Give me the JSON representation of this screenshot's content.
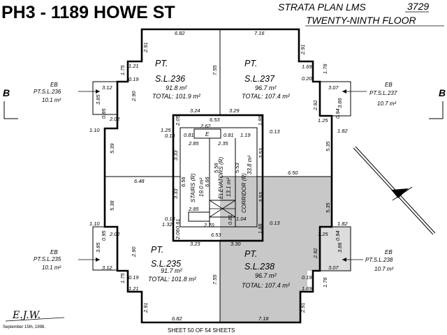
{
  "header": {
    "title": "PH3 - 1189 HOWE ST",
    "plan_prefix": "STRATA PLAN LMS",
    "plan_number": "3729",
    "floor": "TWENTY-NINTH FLOOR"
  },
  "section_marks": {
    "left": "B",
    "right": "B"
  },
  "lots": {
    "sl236": {
      "pt": "PT.",
      "name": "S.L.236",
      "area": "91.8 m²",
      "total": "TOTAL: 101.9 m²"
    },
    "sl237": {
      "pt": "PT.",
      "name": "S.L.237",
      "area": "96.7 m²",
      "total": "TOTAL: 107.4 m²"
    },
    "sl235": {
      "pt": "PT.",
      "name": "S.L.235",
      "area": "91.7 m²",
      "total": "TOTAL: 101.8 m²"
    },
    "sl238": {
      "pt": "PT.",
      "name": "S.L.238",
      "area": "96.7 m²",
      "total": "TOTAL: 107.4 m²"
    }
  },
  "balconies": {
    "tl": {
      "code": "EB",
      "ref": "PT.S.L.236",
      "area": "10.1 m²"
    },
    "tr": {
      "code": "EB",
      "ref": "PT.S.L.237",
      "area": "10.7 m²"
    },
    "bl": {
      "code": "EB",
      "ref": "PT.S.L.235",
      "area": "10.1 m²"
    },
    "br": {
      "code": "EB",
      "ref": "PT.S.L.238",
      "area": "10.7 m²"
    }
  },
  "core": {
    "e_label": "E",
    "stairs": "STAIRS (R)",
    "stairs_area": "19.0 m²",
    "elevators": "ELEVATORS (R)",
    "elevators_area": "13.1 m²",
    "corridor": "CORRIDOR (R)",
    "corridor_area": "33.8 m²"
  },
  "dimensions": {
    "d682_top": "6.82",
    "d718_top": "7.16",
    "d291_tl": "2.91",
    "d175_tl": "1.75",
    "d121_tl": "1.21",
    "d019_tl": "0.19",
    "d312_tl": "3.12",
    "d385_tl": "3.85",
    "d290_tl": "2.90",
    "d095_tl": "0.95",
    "d202_tl": "2.02",
    "d110_tl": "1.10",
    "d755_t": "7.55",
    "d291_tr": "2.91",
    "d169_tr": "1.69",
    "d176_tr": "1.76",
    "d020_tr": "0.20",
    "d307_tr": "3.07",
    "d292_tr": "2.92",
    "d386_tr": "3.86",
    "d094_tr": "0.94",
    "d125_tr": "1.25",
    "d182_tr": "1.82",
    "d324": "3.24",
    "d329": "3.29",
    "d653_top": "6.53",
    "d262": "2.62",
    "d205_t": "2.05",
    "d125_c": "1.25",
    "d014_t": "0.14",
    "d081_l": "0.81",
    "d081_r": "0.81",
    "d119": "1.19",
    "d186_t": "1.86",
    "d013_t": "0.13",
    "d285_t": "2.85",
    "d235": "2.35",
    "d333_t": "3.33",
    "d553": "5.53",
    "d539": "5.39",
    "d535_t": "5.35",
    "d656": "6.56",
    "d666": "6.66",
    "d556": "5.56",
    "d648": "6.48",
    "d650": "6.50",
    "d333_b": "3.33",
    "d353": "3.53",
    "d538": "5.38",
    "d535_b": "5.35",
    "d285_b": "2.85",
    "d014_b": "0.14",
    "d132": "1.32",
    "d061": "0.61",
    "d270": "2.70",
    "d081_b": "0.81",
    "d104": "1.04",
    "d186_b": "1.86",
    "d013_b": "0.13",
    "d206_b": "2.06",
    "d653_bot": "6.53",
    "d323": "3.23",
    "d330": "3.30",
    "d110_bl": "1.10",
    "d095_bl": "0.95",
    "d202_bl": "2.02",
    "d385_bl": "3.85",
    "d290_bl": "2.90",
    "d312_bl": "3.12",
    "d175_bl": "1.75",
    "d019_bl": "0.19",
    "d121_bl": "1.21",
    "d291_bl": "2.91",
    "d682_bot": "6.82",
    "d755_b": "7.55",
    "d718_bot": "7.18",
    "d182_br": "1.82",
    "d125_br": "1.25",
    "d094_br": "0.94",
    "d292_br": "2.92",
    "d386_br": "3.86",
    "d019_br": "0.19",
    "d307_br": "3.07",
    "d169_br": "1.69",
    "d176_br": "1.76",
    "d291_br": "2.91"
  },
  "footer": {
    "signature": "E.J.W.",
    "date": "September 15th, 1998.",
    "sheet": "SHEET 50 OF 54 SHEETS"
  },
  "colors": {
    "shade": "#c8c8c8",
    "light_shade": "#dcdcdc",
    "line": "#000000"
  }
}
